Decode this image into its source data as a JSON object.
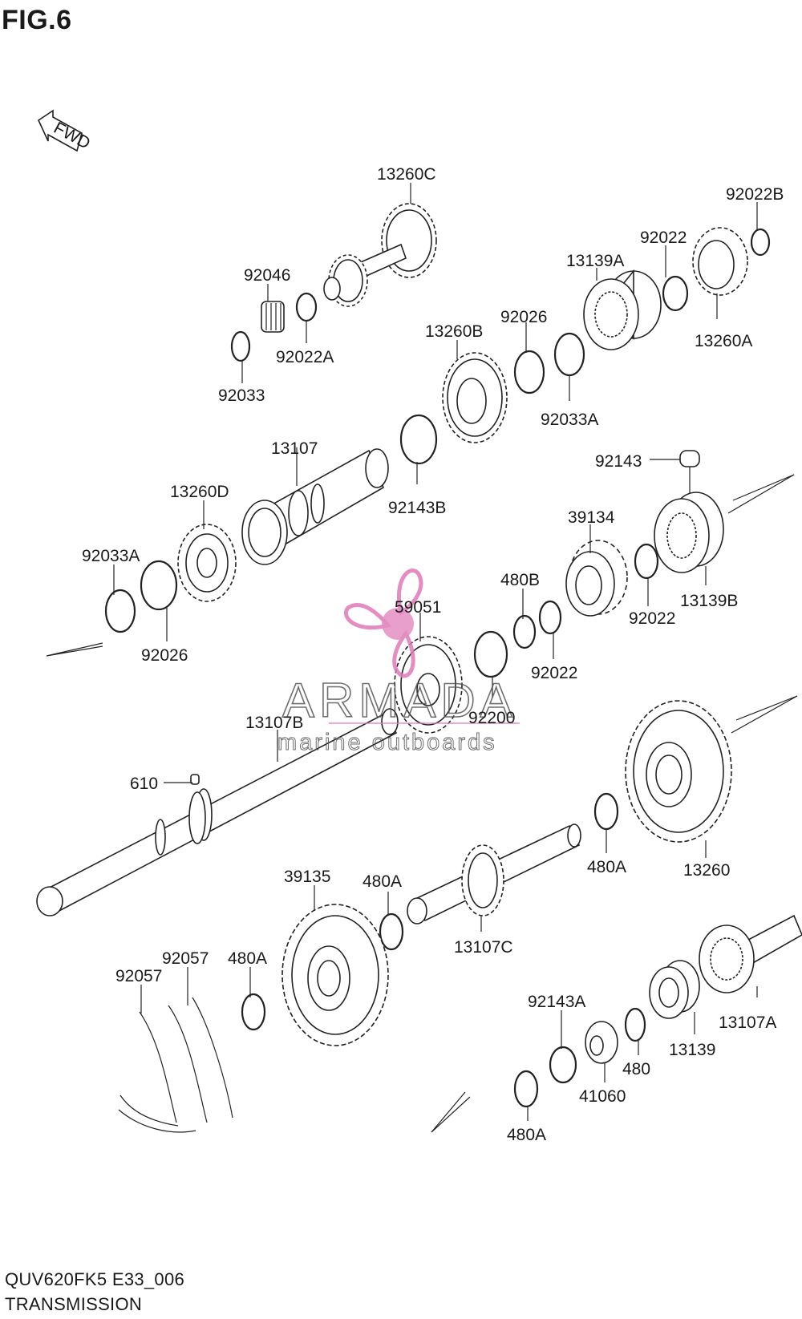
{
  "figure": {
    "title": "FIG.6",
    "fwd_label": "FWD"
  },
  "footer": {
    "model_code": "QUV620FK5 E33_006",
    "section_name": "TRANSMISSION"
  },
  "watermark": {
    "brand": "ARMADA",
    "tagline": "marine outboards",
    "accent": "#e07ab8"
  },
  "labels": {
    "13260C": "13260C",
    "92022B": "92022B",
    "92046": "92046",
    "92022_top": "92022",
    "13139A": "13139A",
    "92022A": "92022A",
    "92026_top": "92026",
    "13260A": "13260A",
    "92033": "92033",
    "13260B": "13260B",
    "92033A_top": "92033A",
    "13107": "13107",
    "92143": "92143",
    "13260D": "13260D",
    "92143B": "92143B",
    "39134": "39134",
    "92033A_left": "92033A",
    "480B": "480B",
    "13139B": "13139B",
    "59051": "59051",
    "92022_mid": "92022",
    "92026_left": "92026",
    "92022_low": "92022",
    "92200": "92200",
    "13107B": "13107B",
    "610": "610",
    "480A_right": "480A",
    "13260": "13260",
    "39135": "39135",
    "480A_mid": "480A",
    "13107C": "13107C",
    "92057_right": "92057",
    "480A_left": "480A",
    "92057_left": "92057",
    "92143A": "92143A",
    "13107A": "13107A",
    "13139": "13139",
    "480": "480",
    "41060": "41060",
    "480A_bottom": "480A"
  }
}
